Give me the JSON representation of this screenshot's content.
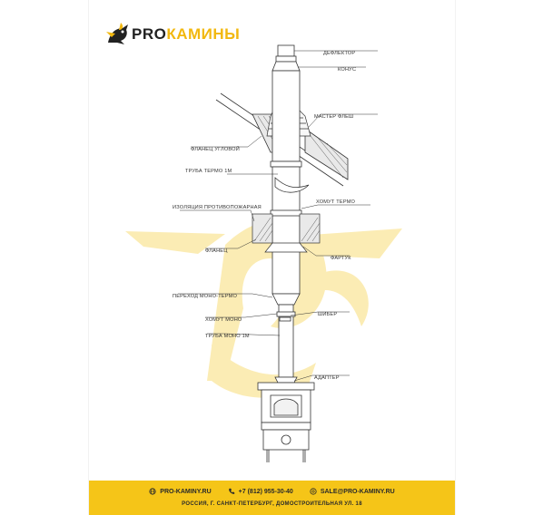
{
  "brand": {
    "part1": "PRO",
    "part2": "КАМИНЫ"
  },
  "labels": {
    "deflector": "ДЕФЛЕКТОР",
    "cone": "КОНУС",
    "master_flash": "МАСТЕР ФЛЕШ",
    "corner_flange": "ФЛАНЕЦ УГЛОВОЙ",
    "thermo_pipe": "ТРУБА ТЕРМО 1М",
    "thermo_clamp": "ХОМУТ ТЕРМО",
    "fire_insulation": "ИЗОЛЯЦИЯ ПРОТИВОПОЖАРНАЯ",
    "flange": "ФЛАНЕЦ",
    "apron": "ФАРТУК",
    "mono_thermo_transition": "ПЕРЕХОД МОНО-ТЕРМО",
    "damper": "ШИБЕР",
    "mono_clamp": "ХОМУТ МОНО",
    "mono_pipe": "ТРУБА МОНО 1М",
    "adapter": "АДАПТЕР"
  },
  "footer": {
    "website": "PRO-KAMINY.RU",
    "phone": "+7 (812) 955-30-40",
    "email": "SALE@PRO-KAMINY.RU",
    "address": "РОССИЯ, Г. САНКТ-ПЕТЕРБУРГ, ДОМОСТРОИТЕЛЬНАЯ УЛ. 18"
  },
  "colors": {
    "accent": "#f5c518",
    "line": "#333333",
    "watermark": "#fbeab0"
  },
  "icons": {
    "logo": "dragon-logo-icon",
    "web": "globe-icon",
    "phone": "phone-icon",
    "mail": "mail-icon"
  }
}
